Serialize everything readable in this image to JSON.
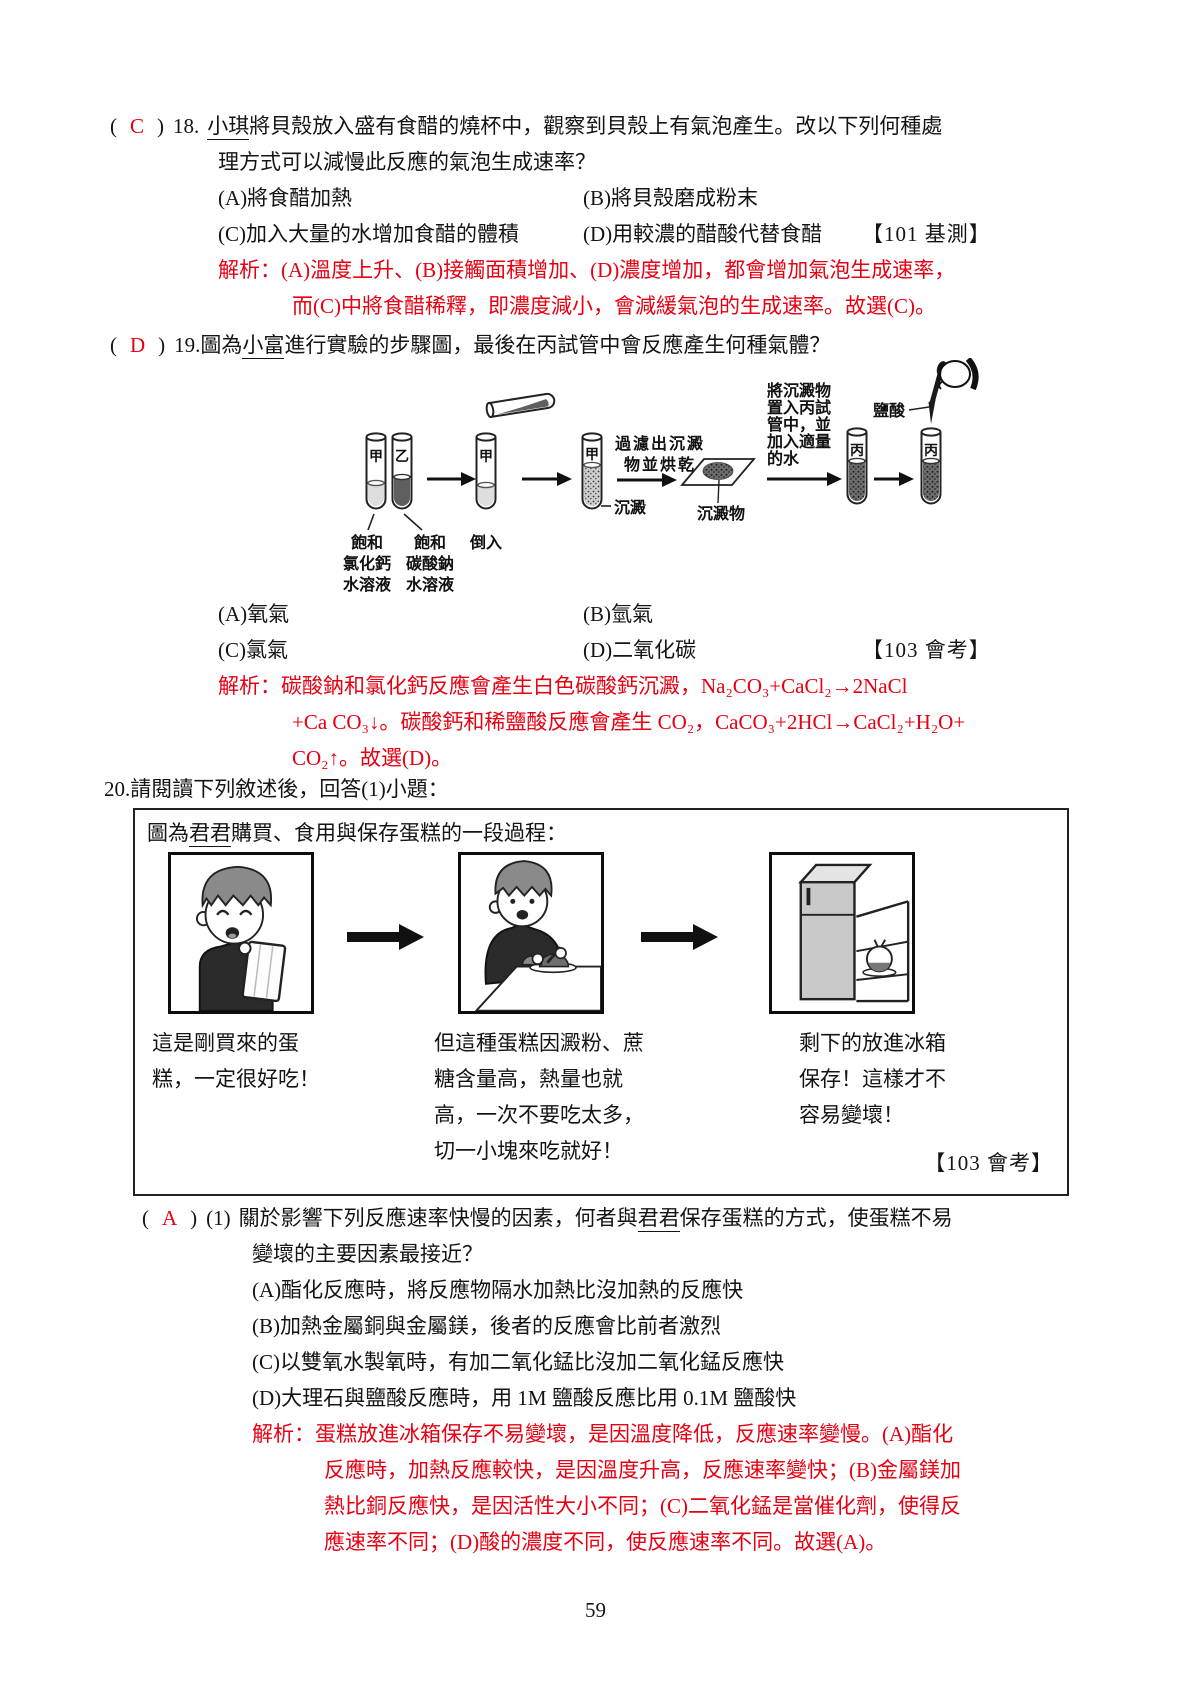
{
  "page": {
    "number": "59"
  },
  "colors": {
    "accent_red": "#e60012",
    "text": "#141414"
  },
  "q18": {
    "paren_open": "(",
    "answer": "C",
    "paren_close": ")",
    "number": "18.",
    "name": "小琪",
    "line1": "將貝殼放入盛有食醋的燒杯中，觀察到貝殼上有氣泡產生。改以下列何種處",
    "line2": "理方式可以減慢此反應的氣泡生成速率？",
    "optA": "(A)將食醋加熱",
    "optB": "(B)將貝殼磨成粉末",
    "optC": "(C)加入大量的水增加食醋的體積",
    "optD": "(D)用較濃的醋酸代替食醋",
    "source": "【101 基測】",
    "analysis_label": "解析：",
    "analysis1": "(A)溫度上升、(B)接觸面積增加、(D)濃度增加，都會增加氣泡生成速率，",
    "analysis2": "而(C)中將食醋稀釋，即濃度減小，會減緩氣泡的生成速率。故選(C)。"
  },
  "q19": {
    "paren_open": "(",
    "answer": "D",
    "paren_close": ")",
    "number": "19.",
    "prefix": "圖為",
    "name": "小富",
    "line1_rest": "進行實驗的步驟圖，最後在丙試管中會反應產生何種氣體？",
    "diagram": {
      "tube1_label": "甲",
      "tube2_label": "乙",
      "tube3_label": "甲",
      "tube4_label": "甲",
      "tube5_label": "丙",
      "tube6_label": "丙",
      "sol1_l1": "飽和",
      "sol1_l2": "氯化鈣",
      "sol1_l3": "水溶液",
      "sol2_l1": "飽和",
      "sol2_l2": "碳酸鈉",
      "sol2_l3": "水溶液",
      "pour": "倒入",
      "precipitate": "沉澱",
      "filter_l1": "過濾出沉澱",
      "filter_l2": "物並烘乾",
      "residue": "沉澱物",
      "step_l1": "將沉澱物",
      "step_l2": "置入丙試",
      "step_l3": "管中，並",
      "step_l4": "加入適量",
      "step_l5": "的水",
      "acid": "鹽酸"
    },
    "optA": "(A)氧氣",
    "optB": "(B)氫氣",
    "optC": "(C)氯氣",
    "optD": "(D)二氧化碳",
    "source": "【103 會考】",
    "analysis_label": "解析：",
    "analysis1": "碳酸鈉和氯化鈣反應會產生白色碳酸鈣沉澱，Na₂CO₃+CaCl₂→2NaCl",
    "analysis2": "+Ca CO₃↓。碳酸鈣和稀鹽酸反應會產生 CO₂，CaCO₃+2HCl→CaCl₂+H₂O+",
    "analysis3": "CO₂↑。故選(D)。"
  },
  "q20": {
    "intro": "20.請閱讀下列敘述後，回答(1)小題：",
    "box": {
      "title_prefix": "圖為",
      "title_name": "君君",
      "title_rest": "購買、食用與保存蛋糕的一段過程：",
      "caption1_l1": "這是剛買來的蛋",
      "caption1_l2": "糕，一定很好吃！",
      "caption2_l1": "但這種蛋糕因澱粉、蔗",
      "caption2_l2": "糖含量高，熱量也就",
      "caption2_l3": "高，一次不要吃太多，",
      "caption2_l4": "切一小塊來吃就好！",
      "caption3_l1": "剩下的放進冰箱",
      "caption3_l2": "保存！這樣才不",
      "caption3_l3": "容易變壞！",
      "source": "【103 會考】"
    },
    "sub1": {
      "paren_open": "(",
      "answer": "A",
      "paren_close": ")",
      "number": "(1)",
      "line1_pre": "關於影響下列反應速率快慢的因素，何者與",
      "name": "君君",
      "line1_post": "保存蛋糕的方式，使蛋糕不易",
      "line2": "變壞的主要因素最接近？",
      "optA": "(A)酯化反應時，將反應物隔水加熱比沒加熱的反應快",
      "optB": "(B)加熱金屬銅與金屬鎂，後者的反應會比前者激烈",
      "optC": "(C)以雙氧水製氧時，有加二氧化錳比沒加二氧化錳反應快",
      "optD": "(D)大理石與鹽酸反應時，用 1M 鹽酸反應比用 0.1M 鹽酸快",
      "analysis_label": "解析：",
      "analysis1": "蛋糕放進冰箱保存不易變壞，是因溫度降低，反應速率變慢。(A)酯化",
      "analysis2": "反應時，加熱反應較快，是因溫度升高，反應速率變快；(B)金屬鎂加",
      "analysis3": "熱比銅反應快，是因活性大小不同；(C)二氧化錳是當催化劑，使得反",
      "analysis4": "應速率不同；(D)酸的濃度不同，使反應速率不同。故選(A)。"
    }
  }
}
